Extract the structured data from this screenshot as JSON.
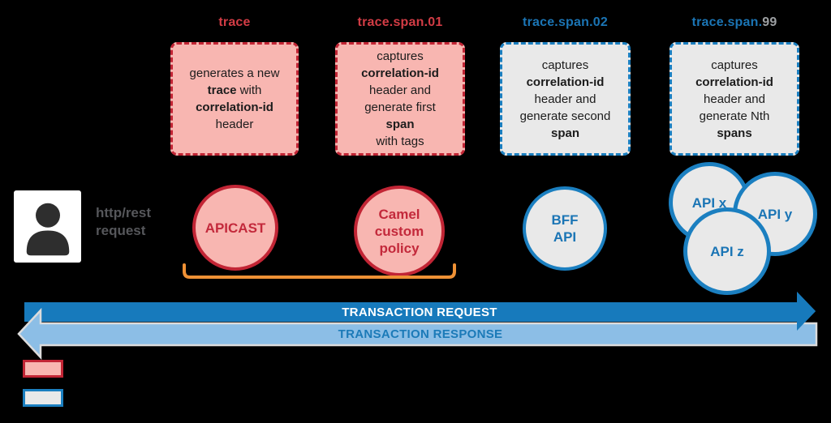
{
  "colors": {
    "canvas_bg": "#000000",
    "red_border": "#c22535",
    "red_fill": "#f8b6b1",
    "red_text": "#c3293b",
    "label_red": "#d23c45",
    "blue_border": "#1b7fc0",
    "blue_text": "#1b75b5",
    "gray_fill": "#e9e9e9",
    "muted": "#9da0a3",
    "orange": "#ef9135",
    "request_fill": "#177abc",
    "request_text": "#ffffff",
    "response_fill": "#8cbee6",
    "response_stroke": "#dcdcdc",
    "response_text": "#1b7ab8",
    "actor_text": "#56575b",
    "box_text": "#1c1c1c",
    "person_icon": "#2e2e2e"
  },
  "columns": [
    {
      "label_main": "trace",
      "label_muted": "",
      "theme": "red",
      "box_text": "generates a new\n**trace** with\n**correlation-id**\nheader"
    },
    {
      "label_main": "trace.span.01",
      "label_muted": "",
      "theme": "red",
      "box_text": "captures\n**correlation-id**\nheader and\ngenerate first\n**span**\nwith tags"
    },
    {
      "label_main": "trace.span.02",
      "label_muted": "",
      "theme": "blue",
      "box_text": "captures\n**correlation-id**\nheader and\ngenerate second\n**span**"
    },
    {
      "label_main": "trace.span.",
      "label_muted": "99",
      "theme": "blue",
      "box_text": "captures\n**correlation-id**\nheader and\ngenerate Nth\n**spans**"
    }
  ],
  "actor": {
    "icon": "user-icon",
    "request_label": "http/rest\nrequest"
  },
  "nodes": [
    {
      "id": "apicast",
      "label": "APICAST",
      "theme": "red"
    },
    {
      "id": "camel-custom-policy",
      "label": "Camel\ncustom\npolicy",
      "theme": "red"
    },
    {
      "id": "bff-api",
      "label": "BFF\nAPI",
      "theme": "blue"
    },
    {
      "id": "api-x",
      "label": "API x",
      "theme": "blue"
    },
    {
      "id": "api-y",
      "label": "API y",
      "theme": "blue"
    },
    {
      "id": "api-z",
      "label": "API z",
      "theme": "blue"
    }
  ],
  "arrows": {
    "request_label": "TRANSACTION REQUEST",
    "response_label": "TRANSACTION RESPONSE"
  },
  "legend": [
    {
      "swatch": "red"
    },
    {
      "swatch": "blue"
    }
  ]
}
